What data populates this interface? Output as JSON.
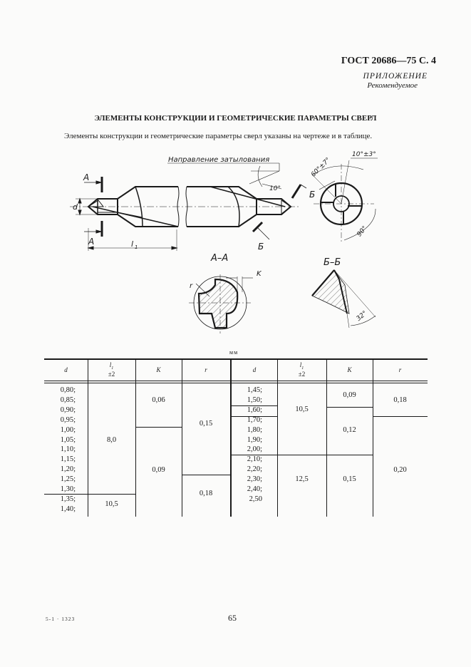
{
  "header": {
    "standard": "ГОСТ 20686—75 С. 4",
    "appendix": "ПРИЛОЖЕНИЕ",
    "appendix_status": "Рекомендуемое"
  },
  "section": {
    "title": "ЭЛЕМЕНТЫ КОНСТРУКЦИИ И ГЕОМЕТРИЧЕСКИЕ ПАРАМЕТРЫ СВЕРЛ",
    "intro": "Элементы конструкции и геометрические параметры сверл указаны на чертеже и в таблице."
  },
  "drawing": {
    "label_backoff_direction": "Направление затылования",
    "label_A_top": "A",
    "label_A_bottom": "A",
    "label_d": "d",
    "label_l1": "l",
    "label_l1_sub": "1",
    "label_B_right": "Б",
    "label_B_lower": "Б",
    "angle_10": "10°",
    "angle_60": "60°±7°",
    "angle_10_3": "10°±3°",
    "angle_90": "90°",
    "section_AA": "А–А",
    "section_BB": "Б–Б",
    "label_K": "K",
    "label_r": "r",
    "angle_32": "32°"
  },
  "table": {
    "units": "мм",
    "headers": {
      "d": "d",
      "l1": "l",
      "l1_sub": "1",
      "l1_tol": "±2",
      "K": "K",
      "r": "r"
    },
    "left": {
      "d_values": [
        "0,80;",
        "0,85;",
        "0,90;",
        "0,95;",
        "1,00;",
        "1,05;",
        "1,10;",
        "1,15;",
        "1,20;",
        "1,25;",
        "1,30;",
        "1,35;",
        "1,40;"
      ],
      "l1_groups": [
        {
          "value": "8,0",
          "d_range": "0,80–1,30"
        },
        {
          "value": "10,5",
          "d_range": "1,35–1,40"
        }
      ],
      "K_groups": [
        {
          "value": "0,06",
          "d_range": "0,80–0,95"
        },
        {
          "value": "0,09",
          "d_range": "1,00–1,40"
        }
      ],
      "r_groups": [
        {
          "value": "0,15",
          "d_range": "0,80–1,20"
        },
        {
          "value": "0,18",
          "d_range": "1,25–1,40"
        }
      ]
    },
    "right": {
      "d_values": [
        "1,45;",
        "1,50;",
        "1,60;",
        "1,70;",
        "1,80;",
        "1,90;",
        "2,00;",
        "2,10;",
        "2,20;",
        "2,30;",
        "2,40;",
        "2,50"
      ],
      "l1_groups": [
        {
          "value": "10,5",
          "d_range": "1,45–2,00"
        },
        {
          "value": "12,5",
          "d_range": "2,10–2,50"
        }
      ],
      "K_groups": [
        {
          "value": "0,09",
          "d_range": "1,45–1,50"
        },
        {
          "value": "0,12",
          "d_range": "1,60–2,00"
        },
        {
          "value": "0,15",
          "d_range": "2,10–2,50"
        }
      ],
      "r_groups": [
        {
          "value": "0,18",
          "d_range": "1,45–1,60"
        },
        {
          "value": "0,20",
          "d_range": "1,70–2,50"
        }
      ]
    }
  },
  "footer": {
    "print_code": "5-1 · 1323",
    "page_number": "65"
  }
}
